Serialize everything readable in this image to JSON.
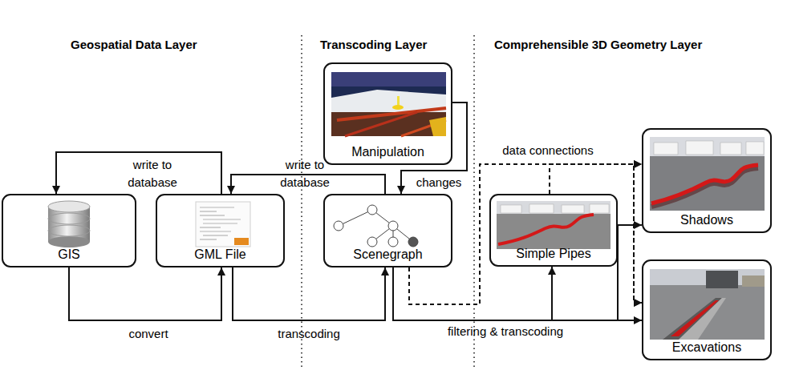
{
  "diagram": {
    "nodes": [
      {
        "text": [
          "GIS"
        ]
      },
      {
        "text": [
          "GML File"
        ]
      },
      {
        "text": [
          "Manipulation"
        ]
      },
      {
        "text": [
          "Scenegraph"
        ]
      },
      {
        "text": [
          "Simple Pipes"
        ]
      },
      {
        "text": [
          "Shadows"
        ]
      },
      {
        "text": [
          "Excavations"
        ]
      }
    ],
    "edges": [
      {
        "from": 1,
        "to": 0,
        "label": "write to database",
        "arrow": "to"
      },
      {
        "from": 3,
        "to": 1,
        "label": "write to database",
        "arrow": "to"
      },
      {
        "from": 2,
        "to": 3,
        "label": "changes",
        "arrow": "to"
      },
      {
        "from": 0,
        "to": 1,
        "label": "convert",
        "arrow": "to"
      },
      {
        "from": 1,
        "to": 3,
        "label": "transcoding",
        "arrow": "to"
      },
      {
        "from": 3,
        "to": 4,
        "label": "filtering & transcoding",
        "arrow": "to"
      },
      {
        "from": 3,
        "to": 5,
        "arrow": "to"
      },
      {
        "from": 3,
        "to": 6,
        "arrow": "to"
      },
      {
        "from": 3,
        "to": 5,
        "label": "data connections",
        "arrow": "to"
      },
      {
        "from": 4,
        "to": 5,
        "arrow": "to"
      },
      {
        "from": 3,
        "to": 6,
        "arrow": "to"
      },
      {
        "from": 4,
        "to": 6,
        "arrow": "to"
      }
    ],
    "labels": [
      "Geospatial Data Layer",
      "Transcoding Layer",
      "Comprehensible 3D Geometry Layer"
    ]
  }
}
